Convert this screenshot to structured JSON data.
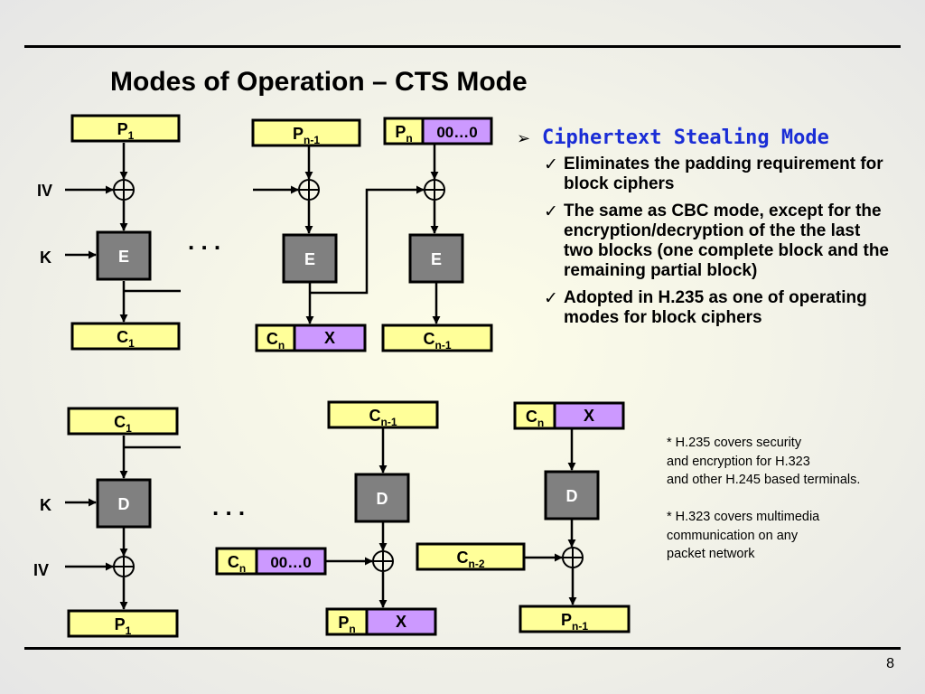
{
  "slide": {
    "title": "Modes of Operation – CTS Mode",
    "page_number": "8"
  },
  "encryption": {
    "p1": {
      "main": "P",
      "sub": "1"
    },
    "pn1": {
      "main": "P",
      "sub": "n-1"
    },
    "pn": {
      "main": "P",
      "sub": "n"
    },
    "pad": "00…0",
    "iv": "IV",
    "k": "K",
    "cipher": "E",
    "c1": {
      "main": "C",
      "sub": "1"
    },
    "cn": {
      "main": "C",
      "sub": "n"
    },
    "x": "X",
    "cn1": {
      "main": "C",
      "sub": "n-1"
    },
    "ellipsis": ". . ."
  },
  "decryption": {
    "c1": {
      "main": "C",
      "sub": "1"
    },
    "cn1": {
      "main": "C",
      "sub": "n-1"
    },
    "cn": {
      "main": "C",
      "sub": "n"
    },
    "x": "X",
    "k": "K",
    "iv": "IV",
    "cipher": "D",
    "pad": "00…0",
    "cn2": {
      "main": "C",
      "sub": "n-2"
    },
    "p1": {
      "main": "P",
      "sub": "1"
    },
    "pn": {
      "main": "P",
      "sub": "n"
    },
    "pn1": {
      "main": "P",
      "sub": "n-1"
    },
    "ellipsis": ". . ."
  },
  "bullets": {
    "main": "Ciphertext Stealing Mode",
    "sub": [
      "Eliminates the padding requirement for block ciphers",
      "The same as CBC mode, except for the encryption/decryption of the the last two blocks (one complete block and the remaining partial block)",
      "Adopted in H.235 as one of operating modes for block ciphers"
    ]
  },
  "footnotes": {
    "h235": [
      "* H.235 covers security",
      "and encryption for H.323",
      "and other H.245 based terminals."
    ],
    "h323": [
      "* H.323 covers multimedia",
      "communication on any",
      "packet network"
    ]
  },
  "colors": {
    "block_fill": "#ffff99",
    "pad_fill": "#cc99ff",
    "cipher_fill": "#808080",
    "cipher_text": "#ffffff",
    "bullet_heading": "#1a2dd6"
  }
}
